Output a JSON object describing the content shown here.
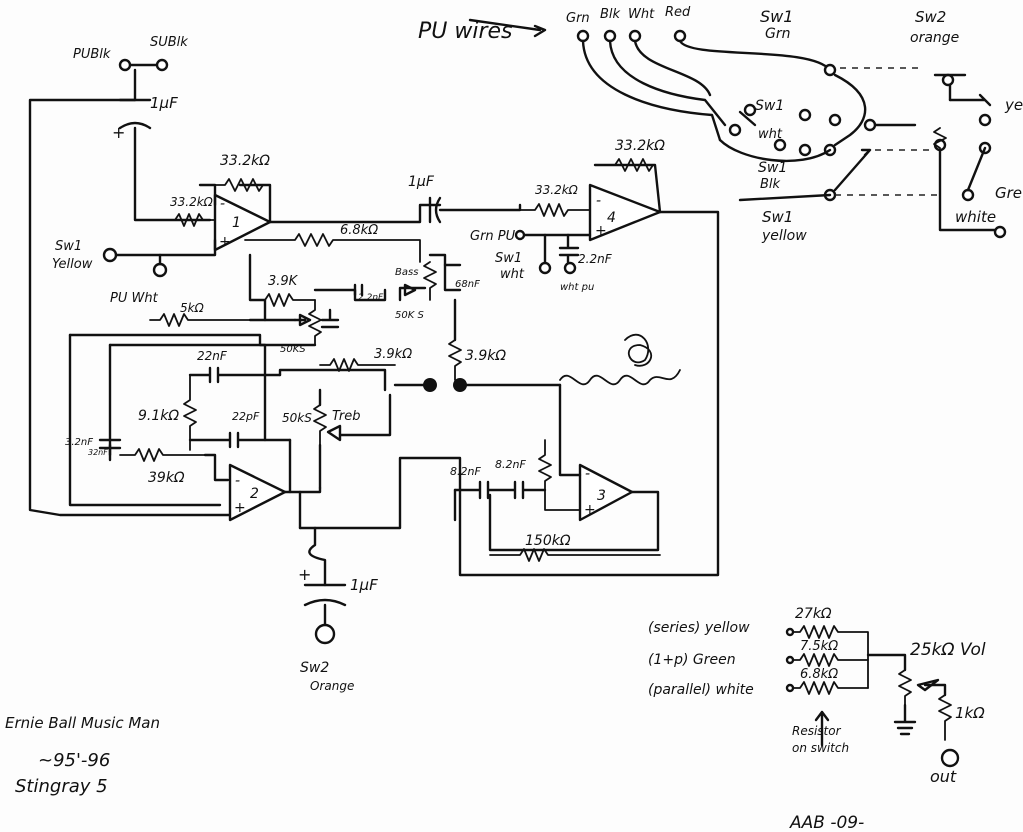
{
  "pickup": {
    "pu_blk": "PUBlk",
    "su_blk": "SUBlk",
    "pu_wires": "PU wires",
    "grn": "Grn",
    "blk": "Blk",
    "wht": "Wht",
    "red": "Red",
    "pu_wht": "PU Wht",
    "grn_pu": "Grn PU",
    "wht_pu": "wht pu"
  },
  "switch1": {
    "grn": [
      "Sw1",
      "Grn"
    ],
    "wht": [
      "Sw1",
      "wht"
    ],
    "blk": [
      "Sw1",
      "Blk"
    ],
    "yellow": [
      "Sw1",
      "yellow"
    ],
    "yellow_input": [
      "Sw1",
      "Yellow"
    ],
    "wht_input": [
      "Sw1",
      "wht"
    ]
  },
  "switch2": {
    "header": [
      "Sw2",
      "orange"
    ],
    "ye": "ye",
    "gre": "Gre",
    "white": "white",
    "out": [
      "Sw2",
      "Orange"
    ]
  },
  "components": {
    "c_in": "1μF",
    "r_fb1": "33.2kΩ",
    "r_in1": "33.2kΩ",
    "r_68k": "6.8kΩ",
    "c_4": "1μF",
    "r_fb4": "33.2kΩ",
    "r_in4": "33.2kΩ",
    "c_22n_pu": "2.2nF",
    "bass": "Bass",
    "c_68n": "68nF",
    "r_39k_a": "3.9K",
    "c_22n": "2.2nF",
    "pot_50k_bass": "50K S",
    "pot_50k_mid": "50KS",
    "r_pu_wht": "5kΩ",
    "c_22nf": "22nF",
    "r_39k_b": "3.9kΩ",
    "r_39k_c": "3.9kΩ",
    "r_91k": "9.1kΩ",
    "c_22pf": "22pF",
    "pot_50k_treb": "50kS",
    "treb": "Treb",
    "c_32n": "3.2nF",
    "c_32n_small": "32nF",
    "r_39k": "39kΩ",
    "c_82n_a": "8.2nF",
    "c_82n_b": "8.2nF",
    "r_150k": "150kΩ",
    "c_out": "1μF"
  },
  "opamps": [
    "1",
    "2",
    "3",
    "4"
  ],
  "selector": {
    "yellow": "(series) yellow",
    "green": "(1+p) Green",
    "white": "(parallel) white",
    "r_yellow": "27kΩ",
    "r_green": "7.5kΩ",
    "r_white": "6.8kΩ",
    "vol": "25kΩ Vol",
    "r_out": "1kΩ",
    "note": [
      "Resistor",
      "on switch"
    ],
    "out": "out"
  },
  "credit": {
    "line1": "Ernie Ball   Music Man",
    "line2": "~95'-96",
    "line3": "Stingray 5",
    "signature": "AAB -09-"
  }
}
